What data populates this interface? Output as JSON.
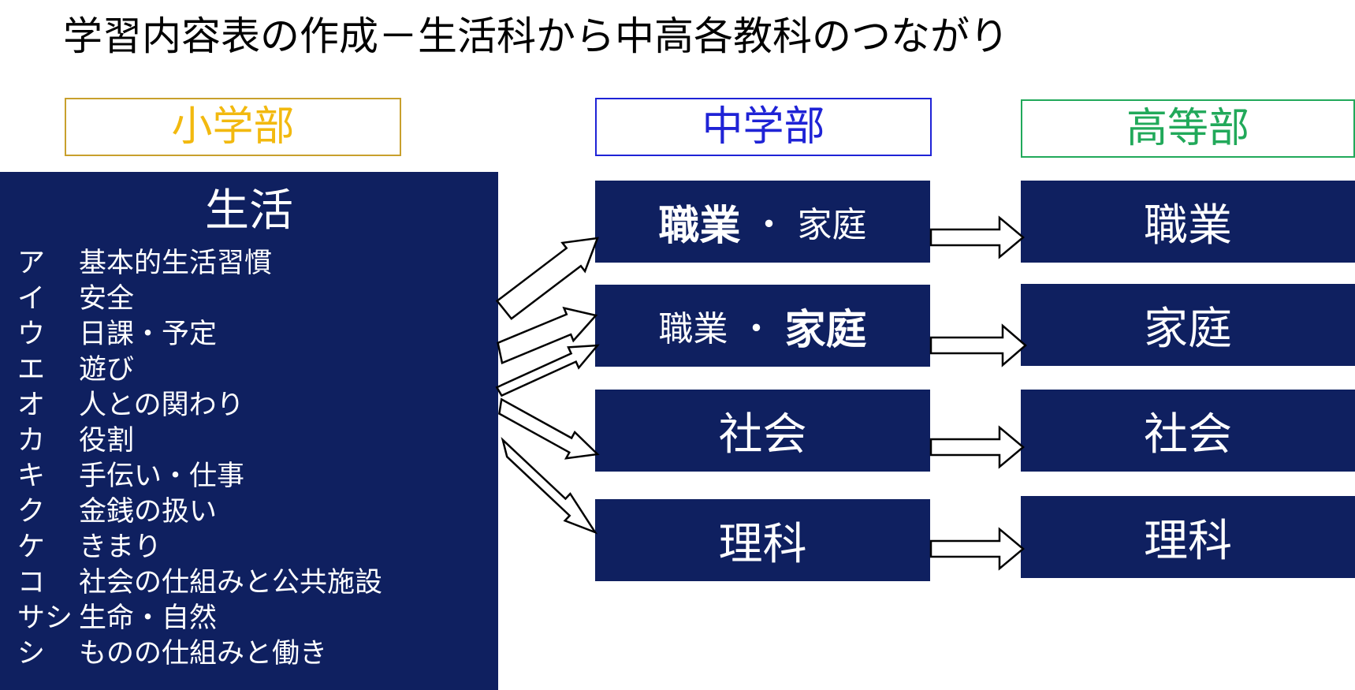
{
  "title": "学習内容表の作成－生活科から中高各教科のつながり",
  "headers": {
    "elementary": "小学部",
    "middle": "中学部",
    "high": "高等部"
  },
  "life": {
    "title": "生活",
    "items": [
      {
        "key": "ア",
        "text": "基本的生活習慣"
      },
      {
        "key": "イ",
        "text": "安全"
      },
      {
        "key": "ウ",
        "text": "日課・予定"
      },
      {
        "key": "エ",
        "text": "遊び"
      },
      {
        "key": "オ",
        "text": "人との関わり"
      },
      {
        "key": "カ",
        "text": "役割"
      },
      {
        "key": "キ",
        "text": "手伝い・仕事"
      },
      {
        "key": "ク",
        "text": "金銭の扱い"
      },
      {
        "key": "ケ",
        "text": "きまり"
      },
      {
        "key": "コ",
        "text": "社会の仕組みと公共施設"
      },
      {
        "key": "サシ",
        "text": "生命・自然"
      },
      {
        "key": "シ",
        "text": "ものの仕組みと働き"
      }
    ]
  },
  "middle": {
    "vocational_home_1": {
      "vocational": "職業",
      "separator": "・",
      "home": "家庭"
    },
    "vocational_home_2": {
      "vocational": "職業",
      "separator": "・",
      "home": "家庭"
    },
    "social": "社会",
    "science": "理科"
  },
  "high": {
    "vocational": "職業",
    "home": "家庭",
    "social": "社会",
    "science": "理科"
  },
  "colors": {
    "navy_panel": "#0f2060",
    "elementary_accent": "#f2b90f",
    "middle_accent": "#1f23d6",
    "high_accent": "#21a95a"
  }
}
